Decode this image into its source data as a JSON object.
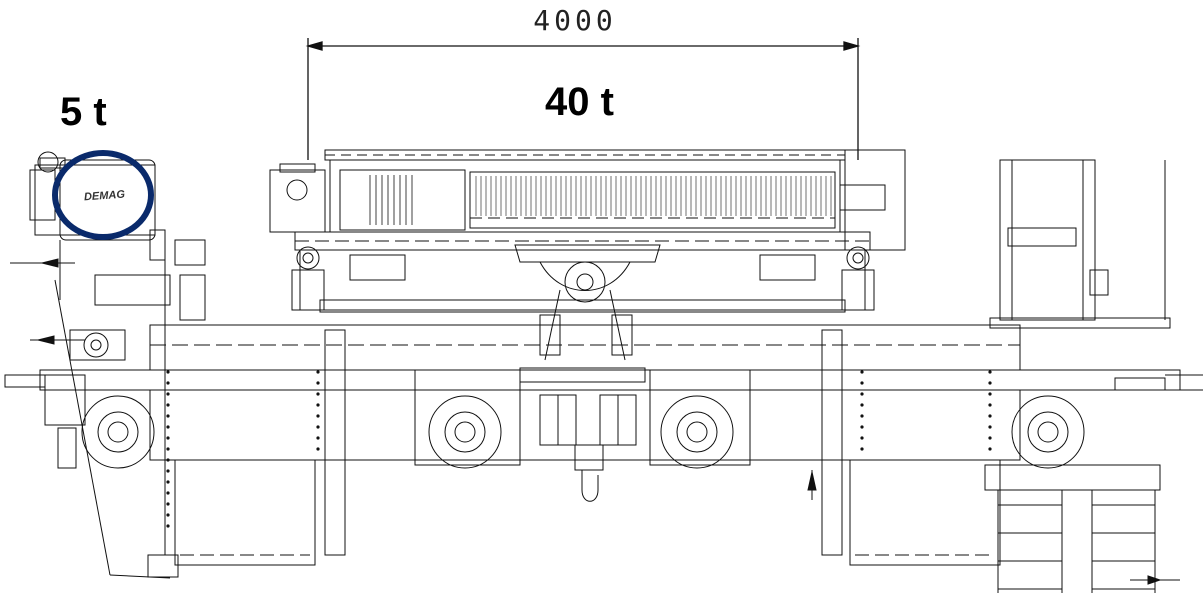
{
  "dimension": {
    "value": "4000"
  },
  "main_hoist": {
    "capacity": "40 t"
  },
  "aux_hoist": {
    "capacity": "5 t",
    "brand": "DEMAG"
  },
  "colors": {
    "line": "#111111",
    "highlight": "#0a2a6b",
    "background": "#ffffff"
  }
}
